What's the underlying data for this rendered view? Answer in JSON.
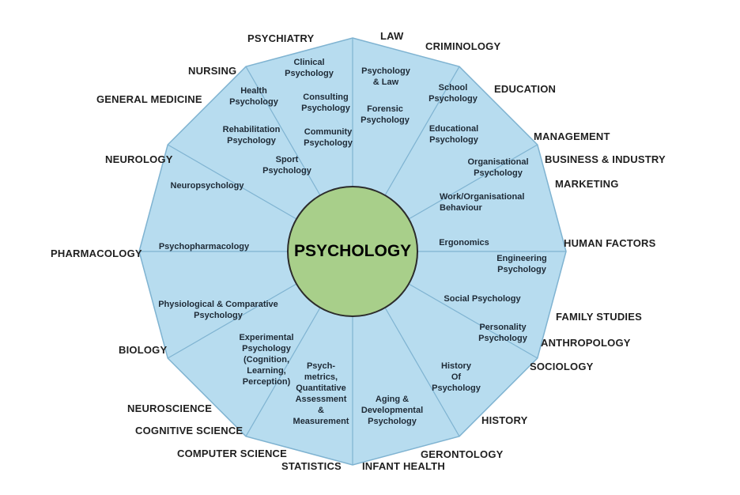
{
  "center_label": "PSYCHOLOGY",
  "colors": {
    "dodecagon_fill": "#b7dcef",
    "dodecagon_stroke": "#7fb3d1",
    "center_fill": "#a8cf8a",
    "center_stroke": "#2b2b2b"
  },
  "subfields": {
    "clinical": "Clinical\nPsychology",
    "health": "Health\nPsychology",
    "consulting": "Consulting\nPsychology",
    "community": "Community\nPsychology",
    "rehabilitation": "Rehabilitation\nPsychology",
    "sport": "Sport\nPsychology",
    "neuropsychology": "Neuropsychology",
    "psychopharmacology": "Psychopharmacology",
    "physiological": "Physiological & Comparative\nPsychology",
    "experimental": "Experimental\nPsychology\n(Cognition,\nLearning,\nPerception)",
    "psychometrics": "Psych-\nmetrics,\nQuantitative\nAssessment\n&\nMeasurement",
    "aging": "Aging &\nDevelopmental\nPsychology",
    "history": "History\nOf\nPsychology",
    "personality": "Personality\nPsychology",
    "social": "Social Psychology",
    "ergonomics": "Ergonomics",
    "engineering": "Engineering\nPsychology",
    "work": "Work/Organisational\nBehaviour",
    "organisational": "Organisational\nPsychology",
    "educational": "Educational\nPsychology",
    "school": "School\nPsychology",
    "law": "Psychology\n& Law",
    "forensic": "Forensic\nPsychology"
  },
  "disciplines": {
    "psychiatry": "PSYCHIATRY",
    "law": "LAW",
    "criminology": "CRIMINOLOGY",
    "education": "EDUCATION",
    "management": "MANAGEMENT",
    "business": "BUSINESS & INDUSTRY",
    "marketing": "MARKETING",
    "human_factors": "HUMAN FACTORS",
    "family_studies": "FAMILY STUDIES",
    "anthropology": "ANTHROPOLOGY",
    "sociology": "SOCIOLOGY",
    "history": "HISTORY",
    "gerontology": "GERONTOLOGY",
    "infant_health": "INFANT HEALTH",
    "statistics": "STATISTICS",
    "computer_science": "COMPUTER SCIENCE",
    "cognitive_science": "COGNITIVE SCIENCE",
    "neuroscience": "NEUROSCIENCE",
    "biology": "BIOLOGY",
    "pharmacology": "PHARMACOLOGY",
    "neurology": "NEUROLOGY",
    "general_medicine": "GENERAL MEDICINE",
    "nursing": "NURSING"
  }
}
